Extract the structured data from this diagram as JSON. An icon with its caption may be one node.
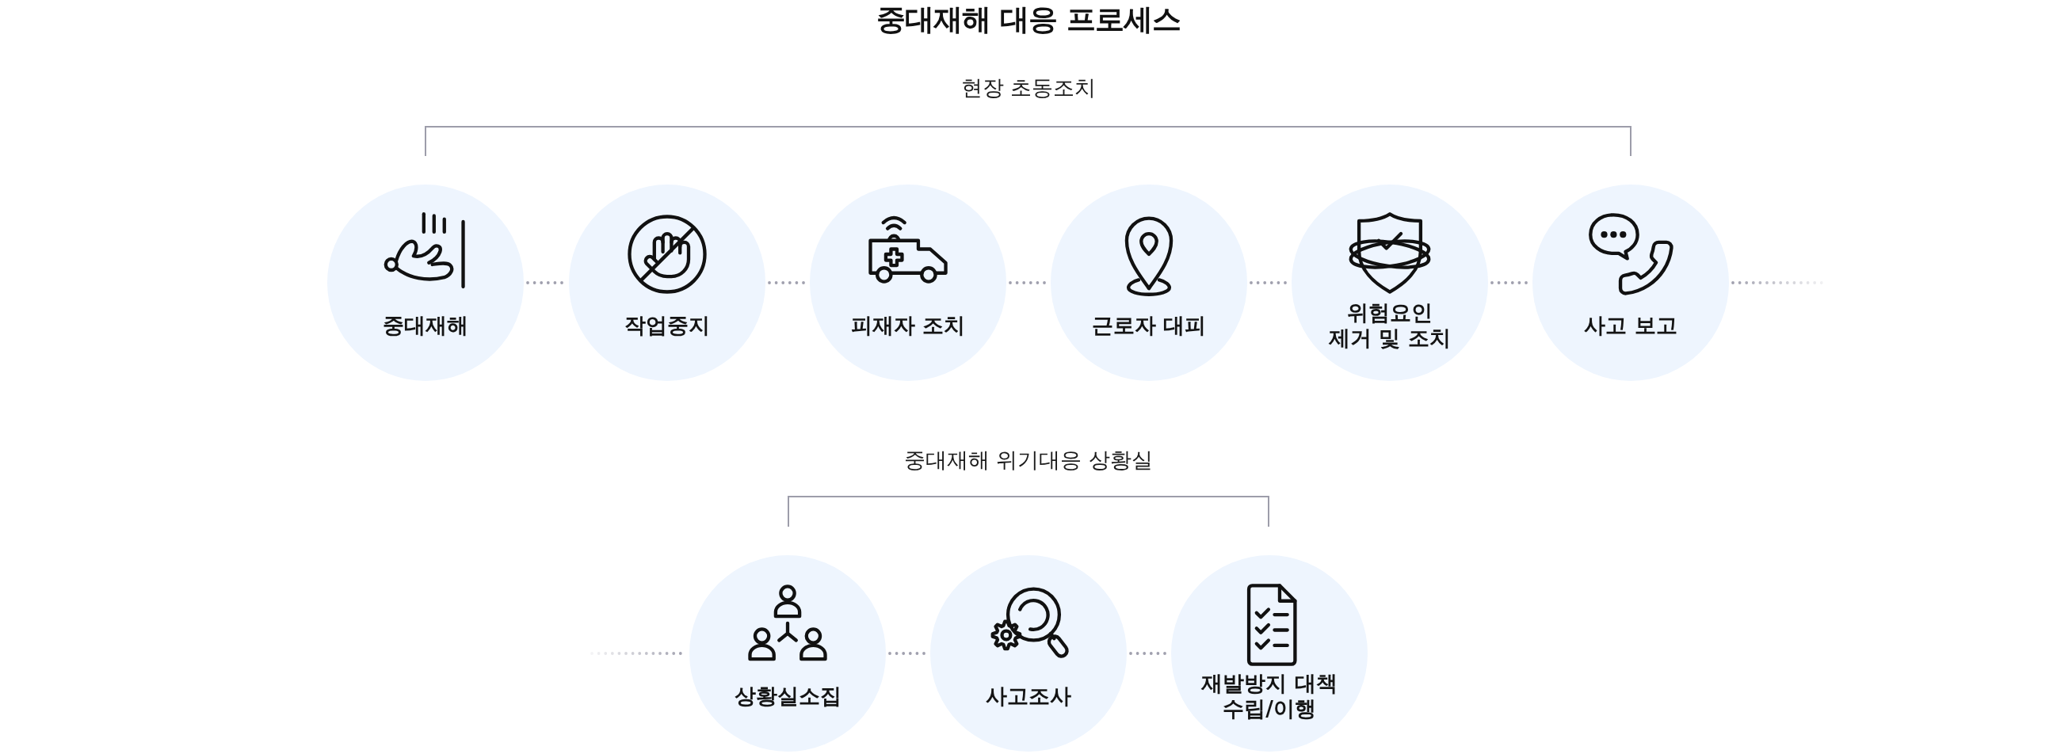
{
  "diagram": {
    "title": "중대재해 대응 프로세스",
    "nodes": [
      {
        "text": [
          "중대재해"
        ]
      },
      {
        "text": [
          "작업중지"
        ]
      },
      {
        "text": [
          "피재자 조치"
        ]
      },
      {
        "text": [
          "근로자 대피"
        ]
      },
      {
        "text": [
          "위험요인 제거 및 조치"
        ]
      },
      {
        "text": [
          "사고 보고"
        ]
      },
      {
        "text": [
          "상황실소집"
        ]
      },
      {
        "text": [
          "사고조사"
        ]
      },
      {
        "text": [
          "재발방지 대책 수립/이행"
        ]
      }
    ],
    "edges": [
      {
        "from": 0,
        "to": 1,
        "arrow": "none",
        "style": "dashed"
      },
      {
        "from": 1,
        "to": 2,
        "arrow": "none",
        "style": "dashed"
      },
      {
        "from": 2,
        "to": 3,
        "arrow": "none",
        "style": "dashed"
      },
      {
        "from": 3,
        "to": 4,
        "arrow": "none",
        "style": "dashed"
      },
      {
        "from": 4,
        "to": 5,
        "arrow": "none",
        "style": "dashed"
      },
      {
        "from": 5,
        "to": null,
        "arrow": "none",
        "style": "dashed"
      },
      {
        "from": null,
        "to": 6,
        "arrow": "none",
        "style": "dashed"
      },
      {
        "from": 6,
        "to": 7,
        "arrow": "none",
        "style": "dashed"
      },
      {
        "from": 7,
        "to": 8,
        "arrow": "none",
        "style": "dashed"
      }
    ],
    "labels": [
      "현장 초동조치",
      "중대재해 위기대응 상황실"
    ]
  }
}
